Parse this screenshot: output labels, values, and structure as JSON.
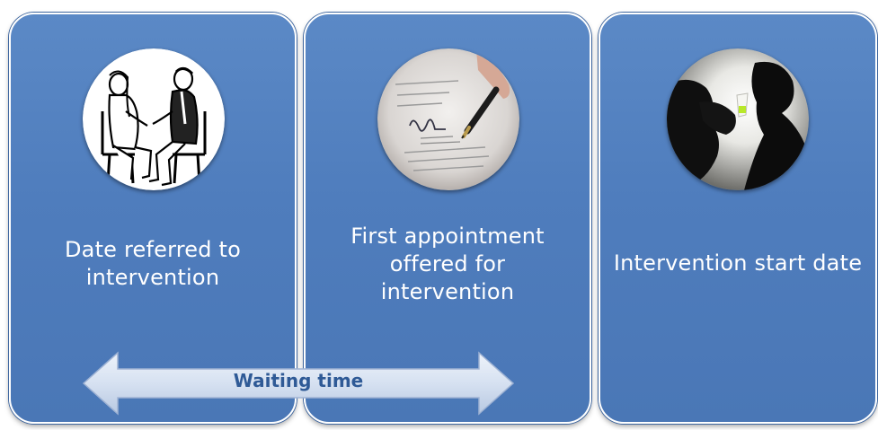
{
  "panels": [
    {
      "caption": "Date referred to\nintervention",
      "image": "consultation-illustration"
    },
    {
      "caption": "First appointment\noffered for\nintervention",
      "image": "letter-signing-photo"
    },
    {
      "caption": "Intervention start date",
      "image": "drinking-silhouette-photo"
    }
  ],
  "arrow": {
    "label": "Waiting time"
  },
  "colors": {
    "panel": "#4f7dbd",
    "panel_border": "#ffffff",
    "caption_text": "#ffffff",
    "arrow_fill": "#d6e1f1",
    "arrow_label": "#2f5a96"
  }
}
